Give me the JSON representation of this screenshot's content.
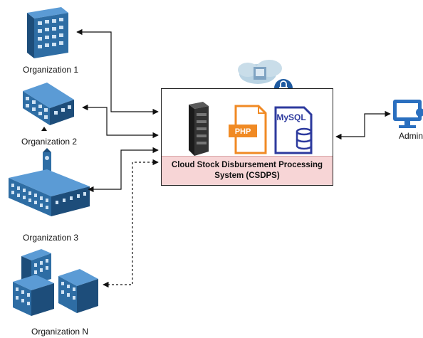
{
  "organizations": [
    {
      "label": "Organization 1"
    },
    {
      "label": "Organization 2"
    },
    {
      "label": "Organization 3"
    },
    {
      "label": "Organization N"
    }
  ],
  "system": {
    "title_line1": "Cloud Stock Disbursement Processing",
    "title_line2": "System (CSDPS)",
    "php_label": "PHP",
    "mysql_label": "MySQL"
  },
  "admin": {
    "label": "Admin"
  },
  "colors": {
    "building_blue": "#2e6da4",
    "building_dark": "#1d4d7a",
    "php_orange": "#f08a24",
    "mysql_blue": "#2d3a9e",
    "caption_bg": "#f7d5d6"
  }
}
